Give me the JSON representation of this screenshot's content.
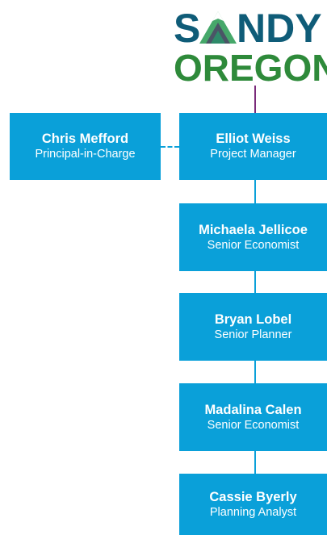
{
  "logo": {
    "line1": "SANDY",
    "line2": "OREGON",
    "colors": {
      "top": "#0f5c78",
      "bottom": "#2e8a3a",
      "mountain_dark": "#4a5566",
      "mountain_green": "#46a86a",
      "mountain_snow": "#ffffff"
    }
  },
  "people": [
    {
      "id": "chris",
      "name": "Chris Mefford",
      "role": "Principal-in-Charge"
    },
    {
      "id": "elliot",
      "name": "Elliot Weiss",
      "role": "Project Manager"
    },
    {
      "id": "michaela",
      "name": "Michaela Jellicoe",
      "role": "Senior Economist"
    },
    {
      "id": "bryan",
      "name": "Bryan Lobel",
      "role": "Senior Planner"
    },
    {
      "id": "madalina",
      "name": "Madalina Calen",
      "role": "Senior Economist"
    },
    {
      "id": "cassie",
      "name": "Cassie Byerly",
      "role": "Planning Analyst"
    }
  ],
  "colors": {
    "box": "#0aa0d9",
    "box_text": "#ffffff",
    "logo_connector": "#7a2b7a"
  }
}
